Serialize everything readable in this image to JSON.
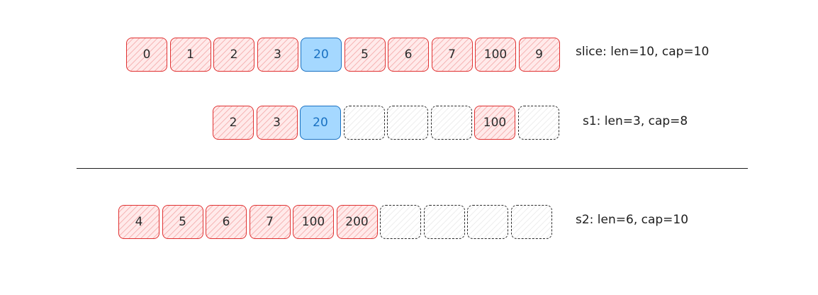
{
  "rows": [
    {
      "id": "slice",
      "label": "slice: len=10, cap=10",
      "cells": [
        {
          "text": "0",
          "kind": "filled"
        },
        {
          "text": "1",
          "kind": "filled"
        },
        {
          "text": "2",
          "kind": "filled"
        },
        {
          "text": "3",
          "kind": "filled"
        },
        {
          "text": "20",
          "kind": "hl"
        },
        {
          "text": "5",
          "kind": "filled"
        },
        {
          "text": "6",
          "kind": "filled"
        },
        {
          "text": "7",
          "kind": "filled"
        },
        {
          "text": "100",
          "kind": "filled"
        },
        {
          "text": "9",
          "kind": "filled"
        }
      ]
    },
    {
      "id": "s1",
      "label": "s1: len=3, cap=8",
      "cells": [
        {
          "text": "2",
          "kind": "filled"
        },
        {
          "text": "3",
          "kind": "filled"
        },
        {
          "text": "20",
          "kind": "hl"
        },
        {
          "text": "",
          "kind": "empty"
        },
        {
          "text": "",
          "kind": "empty"
        },
        {
          "text": "",
          "kind": "empty"
        },
        {
          "text": "100",
          "kind": "filled"
        },
        {
          "text": "",
          "kind": "empty"
        }
      ]
    },
    {
      "id": "s2",
      "label": "s2: len=6, cap=10",
      "cells": [
        {
          "text": "4",
          "kind": "filled"
        },
        {
          "text": "5",
          "kind": "filled"
        },
        {
          "text": "6",
          "kind": "filled"
        },
        {
          "text": "7",
          "kind": "filled"
        },
        {
          "text": "100",
          "kind": "filled"
        },
        {
          "text": "200",
          "kind": "filled"
        },
        {
          "text": "",
          "kind": "empty"
        },
        {
          "text": "",
          "kind": "empty"
        },
        {
          "text": "",
          "kind": "empty"
        },
        {
          "text": "",
          "kind": "empty"
        }
      ]
    }
  ],
  "colors": {
    "element_border": "#e03131",
    "element_fill": "#ffeaea",
    "highlight_border": "#1971c2",
    "highlight_fill": "#a5d8ff",
    "empty_border": "#2a2a2a",
    "divider": "#1e1e1e"
  }
}
